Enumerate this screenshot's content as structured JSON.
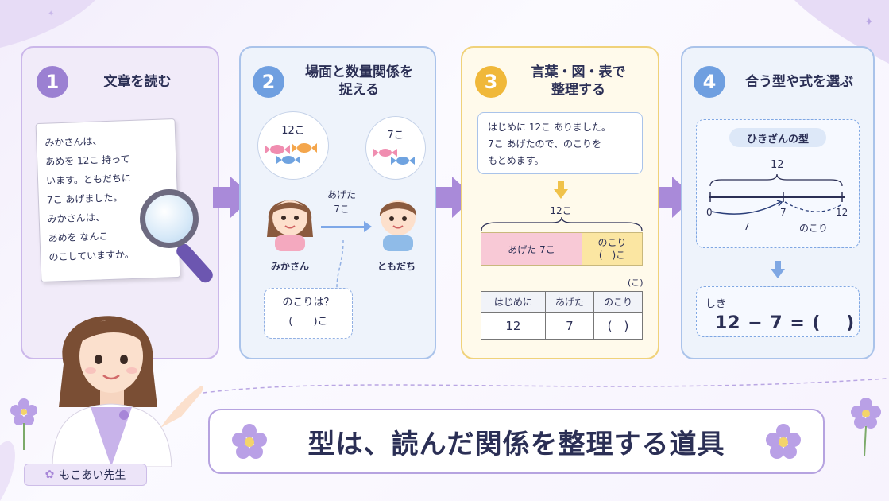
{
  "steps": [
    {
      "number": "1",
      "title": "文章を読む"
    },
    {
      "number": "2",
      "title_line1": "場面と数量関係を",
      "title_line2": "捉える"
    },
    {
      "number": "3",
      "title_line1": "言葉・図・表で",
      "title_line2": "整理する"
    },
    {
      "number": "4",
      "title": "合う型や式を選ぶ"
    }
  ],
  "problem_text": [
    "みかさんは、",
    "あめを 12こ 持って",
    "います。ともだちに",
    "7こ あげました。",
    "みかさんは、",
    "あめを なんこ",
    "のこしていますか。"
  ],
  "scene": {
    "mika_candies": "12こ",
    "friend_candies": "7こ",
    "gave_line1": "あげた",
    "gave_line2": "7こ",
    "mika_label": "みかさん",
    "friend_label": "ともだち",
    "question_line1": "のこりは？",
    "question_line2": "(　　)こ"
  },
  "organize": {
    "text": [
      "はじめに 12こ ありました。",
      "7こ あげたので、のこりを",
      "もとめます。"
    ],
    "total_label": "12こ",
    "tape_given": "あげた 7こ",
    "tape_rest_line1": "のこり",
    "tape_rest_line2": "(　)こ",
    "unit": "(こ)",
    "table_headers": [
      "はじめに",
      "あげた",
      "のこり"
    ],
    "table_values": [
      "12",
      "7",
      "(　)"
    ]
  },
  "type_select": {
    "type_name": "ひきざんの型",
    "total": "12",
    "start": "0",
    "mid": "7",
    "end": "12",
    "seg1": "7",
    "seg2": "のこり",
    "shiki_label": "しき",
    "shiki": "12 − 7 = (　 )"
  },
  "teacher_name": "もこあい先生",
  "banner": "型は、読んだ関係を整理する道具",
  "colors": {
    "purple": "#9b80d2",
    "blue": "#6f9fe0",
    "yellow": "#f0b83a",
    "arrow": "#a98ad9"
  }
}
